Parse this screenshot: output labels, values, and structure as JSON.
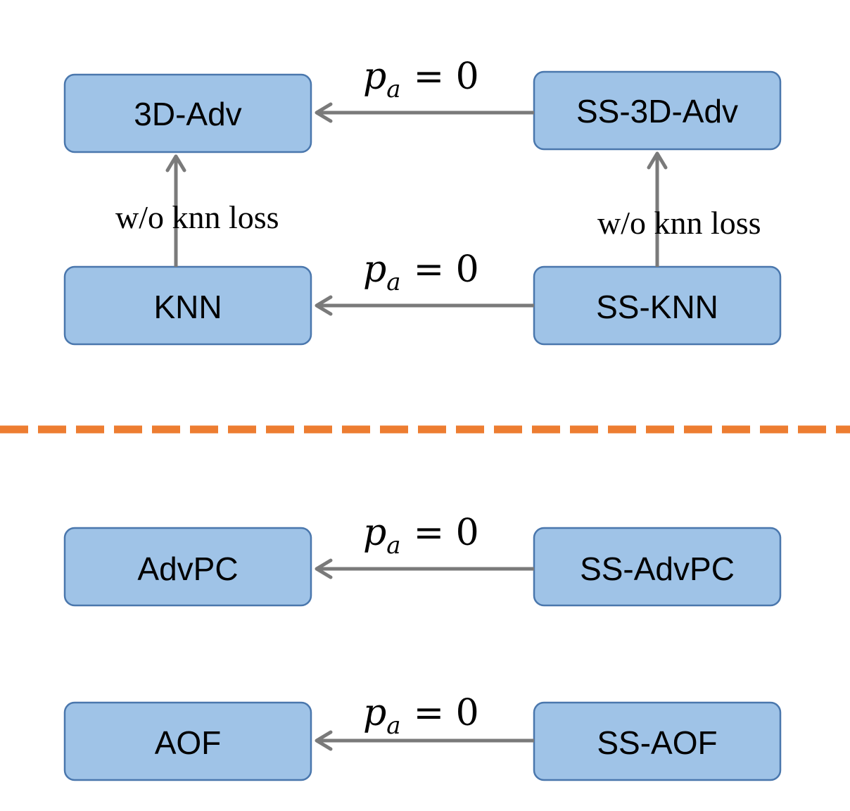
{
  "nodes": {
    "adv3d": "3D-Adv",
    "ss_adv3d": "SS-3D-Adv",
    "knn": "KNN",
    "ss_knn": "SS-KNN",
    "advpc": "AdvPC",
    "ss_advpc": "SS-AdvPC",
    "aof": "AOF",
    "ss_aof": "SS-AOF"
  },
  "edge_label": {
    "var": "p",
    "sub": "a",
    "rhs": "= 0"
  },
  "vertical_label": "w/o knn loss",
  "colors": {
    "box_fill": "#9fc3e7",
    "box_border": "#4a77ad",
    "arrow": "#7a7a7a",
    "separator": "#ed7d31"
  }
}
